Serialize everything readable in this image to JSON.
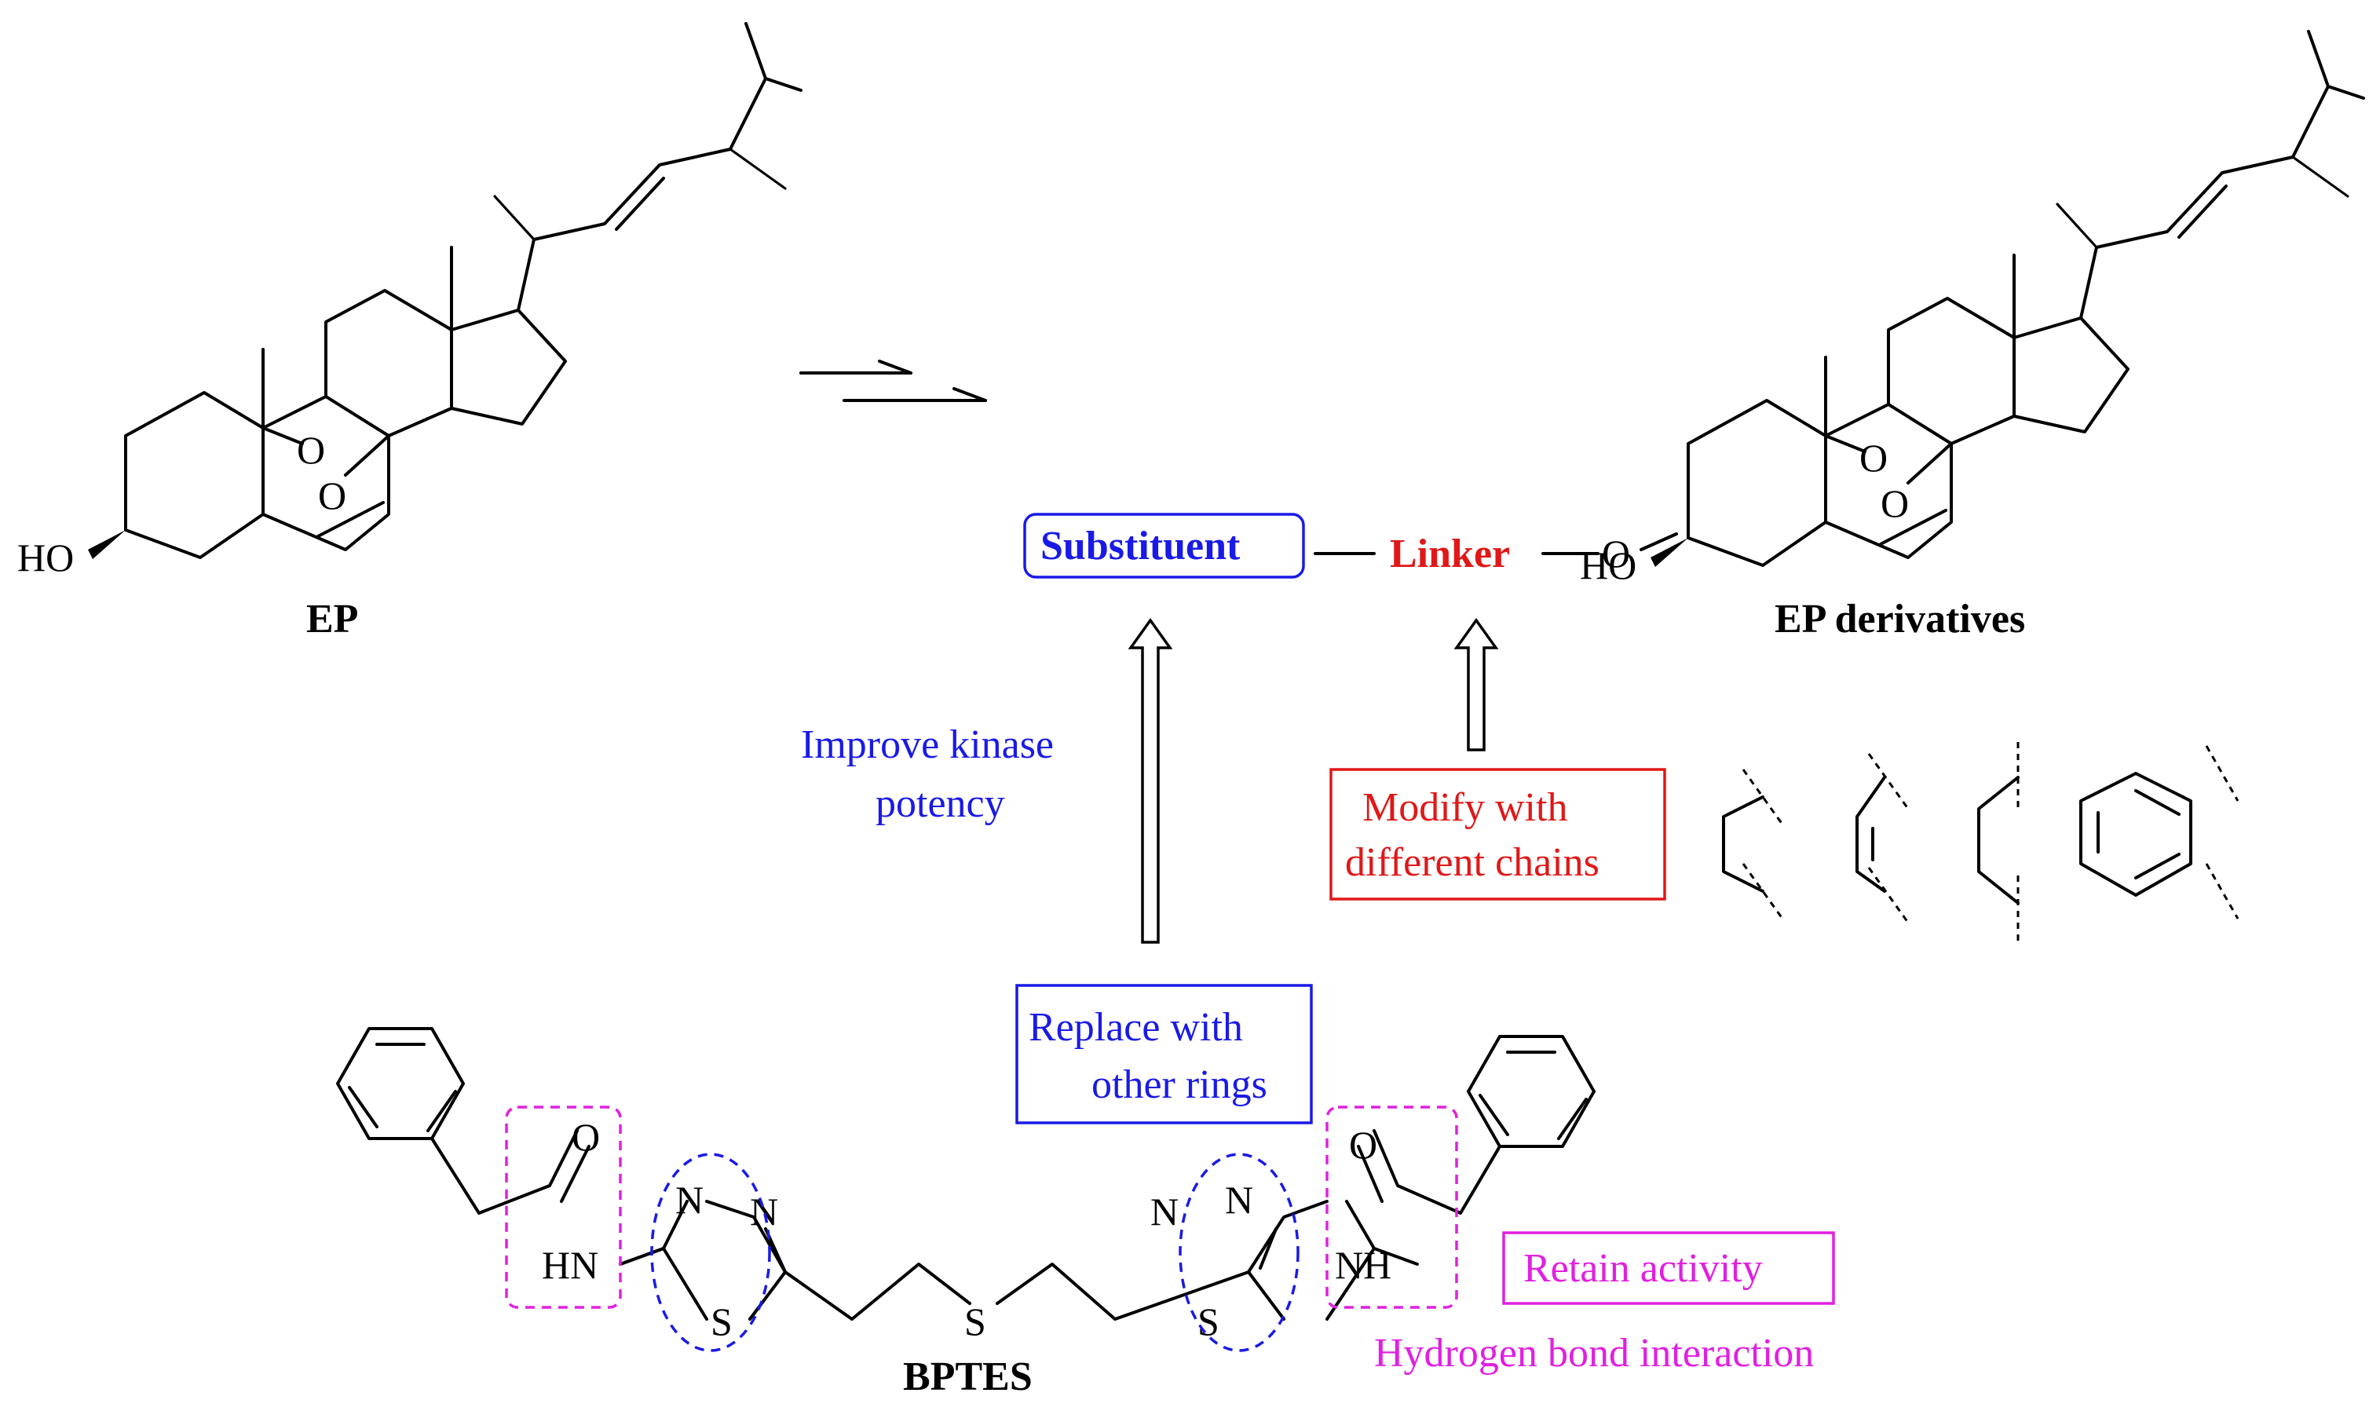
{
  "labels": {
    "ep": "EP",
    "ep_derivatives": "EP derivatives",
    "bptes": "BPTES",
    "substituent": "Substituent",
    "linker": "Linker",
    "improve_line1": "Improve kinase",
    "improve_line2": "potency",
    "modify_line1": "Modify with",
    "modify_line2": "different chains",
    "replace_line1": "Replace with",
    "replace_line2": "other rings",
    "retain": "Retain activity",
    "hbond": "Hydrogen bond interaction"
  },
  "atoms": {
    "ho": "HO",
    "o": "O",
    "n": "N",
    "s": "S",
    "hn": "HN",
    "nh": "NH"
  },
  "colors": {
    "blue": "#1a1ae6",
    "red": "#e01818",
    "magenta": "#e020e0",
    "black": "#000000"
  }
}
